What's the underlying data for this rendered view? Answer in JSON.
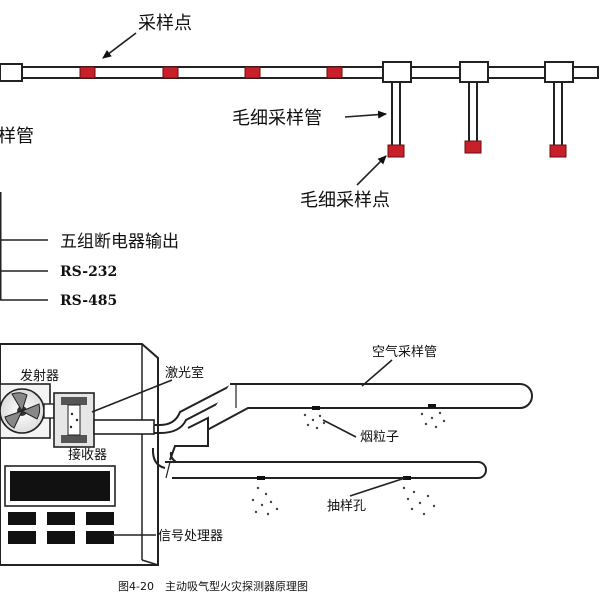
{
  "top_diagram": {
    "label_sampling_point": "采样点",
    "label_pipe_fragment": "样管",
    "label_capillary_tube": "毛细采样管",
    "label_capillary_point": "毛细采样点",
    "output_relay": "五组断电器输出",
    "output_rs232": "RS-232",
    "output_rs485": "RS-485"
  },
  "bottom_diagram": {
    "label_emitter": "发射器",
    "label_laser_chamber": "激光室",
    "label_receiver": "接收器",
    "label_signal_processor": "信号处理器",
    "label_air_pipe": "空气采样管",
    "label_smoke_particle": "烟粒子",
    "label_suction_hole": "抽样孔"
  },
  "caption": "图4-20　主动吸气型火灾探测器原理图",
  "colors": {
    "sampling_point": "#c8202a",
    "pipe_outline": "#222222"
  }
}
